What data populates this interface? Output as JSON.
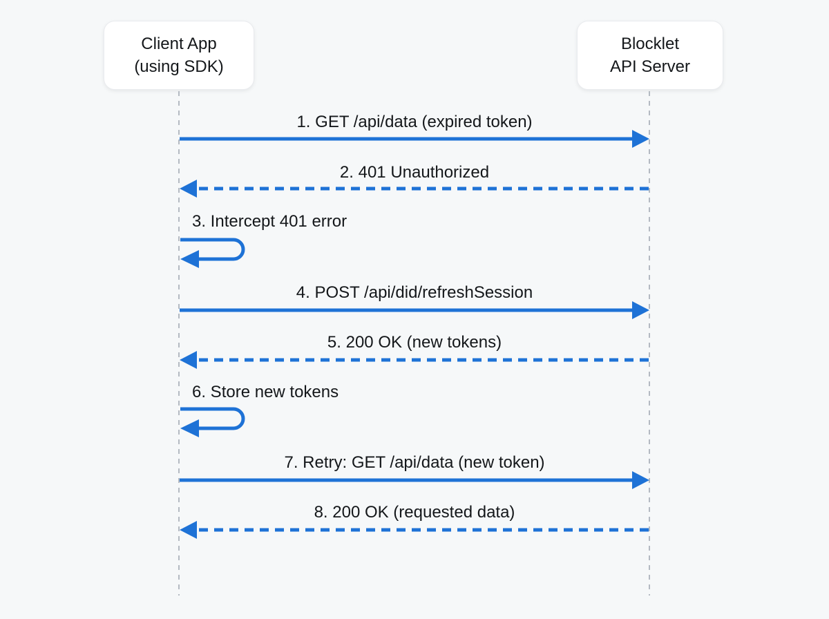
{
  "diagram": {
    "type": "sequence-diagram",
    "actors": [
      {
        "id": "client",
        "line1": "Client App",
        "line2": "(using SDK)"
      },
      {
        "id": "server",
        "line1": "Blocklet",
        "line2": "API Server"
      }
    ],
    "messages": [
      {
        "seq": 1,
        "label": "1. GET /api/data (expired token)",
        "from": "client",
        "to": "server",
        "style": "solid"
      },
      {
        "seq": 2,
        "label": "2. 401 Unauthorized",
        "from": "server",
        "to": "client",
        "style": "dashed"
      },
      {
        "seq": 3,
        "label": "3. Intercept 401 error",
        "from": "client",
        "to": "client",
        "style": "self-loop"
      },
      {
        "seq": 4,
        "label": "4. POST /api/did/refreshSession",
        "from": "client",
        "to": "server",
        "style": "solid"
      },
      {
        "seq": 5,
        "label": "5. 200 OK (new tokens)",
        "from": "server",
        "to": "client",
        "style": "dashed"
      },
      {
        "seq": 6,
        "label": "6. Store new tokens",
        "from": "client",
        "to": "client",
        "style": "self-loop"
      },
      {
        "seq": 7,
        "label": "7. Retry: GET /api/data (new token)",
        "from": "client",
        "to": "server",
        "style": "solid"
      },
      {
        "seq": 8,
        "label": "8. 200 OK (requested data)",
        "from": "server",
        "to": "client",
        "style": "dashed"
      }
    ],
    "colors": {
      "arrow_blue": "#1e72d6",
      "lifeline_gray": "#b4bac2",
      "text": "#14171a",
      "background": "#f6f8f9",
      "actor_bg": "#ffffff",
      "actor_border": "#e9ebee"
    }
  }
}
